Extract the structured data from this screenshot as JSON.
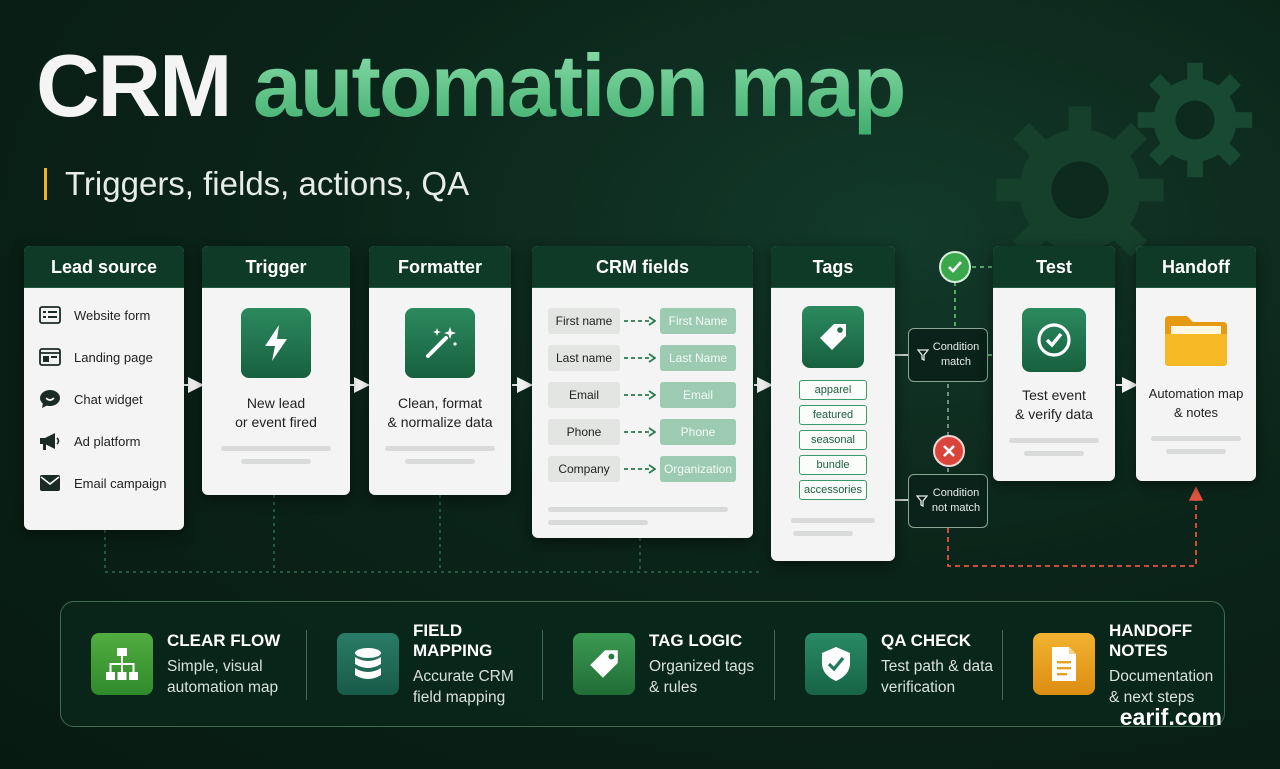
{
  "title": {
    "part1": "CRM",
    "part2": "automation map"
  },
  "subtitle": "Triggers, fields, actions, QA",
  "cards": {
    "lead_source": {
      "title": "Lead source",
      "items": [
        {
          "label": "Website form",
          "icon": "form-icon"
        },
        {
          "label": "Landing page",
          "icon": "landing-page-icon"
        },
        {
          "label": "Chat widget",
          "icon": "chat-icon"
        },
        {
          "label": "Ad platform",
          "icon": "megaphone-icon"
        },
        {
          "label": "Email campaign",
          "icon": "envelope-icon"
        }
      ]
    },
    "trigger": {
      "title": "Trigger",
      "caption_line1": "New lead",
      "caption_line2": "or event fired",
      "icon": "lightning-icon"
    },
    "formatter": {
      "title": "Formatter",
      "caption_line1": "Clean, format",
      "caption_line2": "& normalize data",
      "icon": "magic-wand-icon"
    },
    "crm_fields": {
      "title": "CRM fields",
      "rows": [
        {
          "source": "First name",
          "target": "First Name"
        },
        {
          "source": "Last name",
          "target": "Last Name"
        },
        {
          "source": "Email",
          "target": "Email"
        },
        {
          "source": "Phone",
          "target": "Phone"
        },
        {
          "source": "Company",
          "target": "Organization"
        }
      ]
    },
    "tags": {
      "title": "Tags",
      "icon": "tag-icon",
      "tags": [
        "apparel",
        "featured",
        "seasonal",
        "bundle",
        "accessories"
      ]
    },
    "test": {
      "title": "Test",
      "caption_line1": "Test event",
      "caption_line2": "& verify data",
      "icon": "check-circle-icon"
    },
    "handoff": {
      "title": "Handoff",
      "caption_line1": "Automation map",
      "caption_line2": "& notes",
      "icon": "folder-icon"
    }
  },
  "conditions": {
    "match": {
      "line1": "Condition",
      "line2": "match"
    },
    "not_match": {
      "line1": "Condition",
      "line2": "not match"
    }
  },
  "features": [
    {
      "title": "CLEAR FLOW",
      "desc1": "Simple, visual",
      "desc2": "automation map",
      "icon": "flowchart-icon",
      "color": "#3f9a3a"
    },
    {
      "title": "FIELD MAPPING",
      "desc1": "Accurate CRM",
      "desc2": "field mapping",
      "icon": "database-icon",
      "color": "#1f6b5a"
    },
    {
      "title": "TAG LOGIC",
      "desc1": "Organized tags",
      "desc2": "& rules",
      "icon": "tag-icon",
      "color": "#2f8a4a"
    },
    {
      "title": "QA CHECK",
      "desc1": "Test path & data",
      "desc2": "verification",
      "icon": "shield-check-icon",
      "color": "#1f7a5a"
    },
    {
      "title": "HANDOFF NOTES",
      "desc1": "Documentation",
      "desc2": "& next steps",
      "icon": "document-icon",
      "color": "#e8a020"
    }
  ],
  "colors": {
    "accent_green": "#5fc88a",
    "card_header": "#0f3a28",
    "success": "#3aa84a",
    "fail": "#d9453b",
    "fail_path": "#e0553f"
  },
  "watermark": "earif.com"
}
